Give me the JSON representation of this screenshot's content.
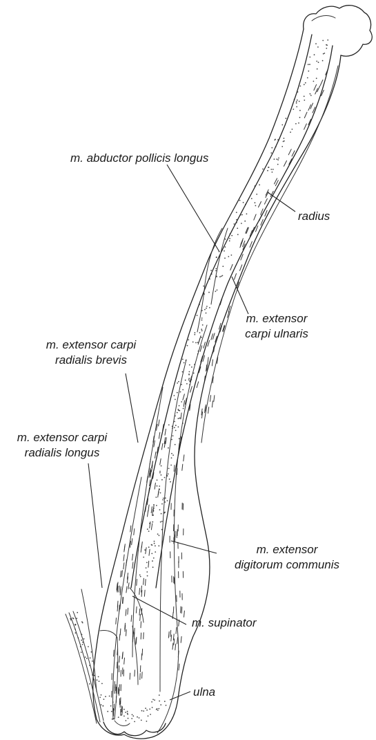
{
  "labels": {
    "abductor": "m. abductor pollicis longus",
    "radius": "radius",
    "ecu_1": "m. extensor",
    "ecu_2": "carpi ulnaris",
    "ecrb_1": "m. extensor carpi",
    "ecrb_2": "radialis brevis",
    "ecrl_1": "m. extensor carpi",
    "ecrl_2": "radialis longus",
    "edc_1": "m. extensor",
    "edc_2": "digitorum communis",
    "supinator": "m. supinator",
    "ulna": "ulna"
  }
}
